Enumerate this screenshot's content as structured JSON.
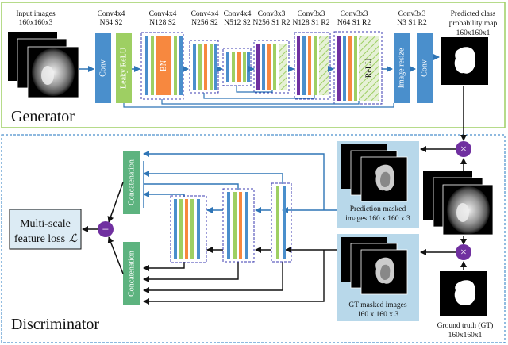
{
  "generator": {
    "title": "Generator",
    "input_label_1": "Input images",
    "input_label_2": "160x160x3",
    "blocks": [
      {
        "l1": "Conv4x4",
        "l2": "N64 S2"
      },
      {
        "l1": "Conv4x4",
        "l2": "N128 S2"
      },
      {
        "l1": "Conv4x4",
        "l2": "N256 S2"
      },
      {
        "l1": "Conv4x4",
        "l2": "N512 S2"
      },
      {
        "l1": "Conv3x3",
        "l2": "N256 S1 R2"
      },
      {
        "l1": "Conv3x3",
        "l2": "N128 S1 R2"
      },
      {
        "l1": "Conv3x3",
        "l2": "N64 S1 R2"
      },
      {
        "l1": "Conv3x3",
        "l2": "N3 S1 R2"
      }
    ],
    "output_label_1": "Predicted class",
    "output_label_2": "probability map",
    "output_label_3": "160x160x1",
    "conv": "Conv",
    "leaky_relu": "Leaky ReLU",
    "bn": "BN",
    "relu": "ReLU",
    "image_resize": "Image resize",
    "conv_out": "Conv"
  },
  "discriminator": {
    "title": "Discriminator",
    "concatenation": "Concatenation",
    "loss_1": "Multi-scale",
    "loss_2": "feature loss",
    "loss_symbol": "ℒ",
    "pred_label_1": "Prediction masked",
    "pred_label_2": "images 160 x 160 x 3",
    "gt_label_1": "GT masked images",
    "gt_label_2": "160 x 160 x 3",
    "ground_truth_1": "Ground truth (GT)",
    "ground_truth_2": "160x160x1",
    "minus": "−",
    "times": "×"
  },
  "colors": {
    "conv_blue": "#4a8fcc",
    "leaky_green": "#9ecf63",
    "bn_orange": "#f7883f",
    "relu_green": "#dcedc4",
    "concat_green": "#5db37f",
    "circle_purple": "#7030a0",
    "panel_blue": "#b8d8ea",
    "arrow_blue": "#2e75b6"
  }
}
